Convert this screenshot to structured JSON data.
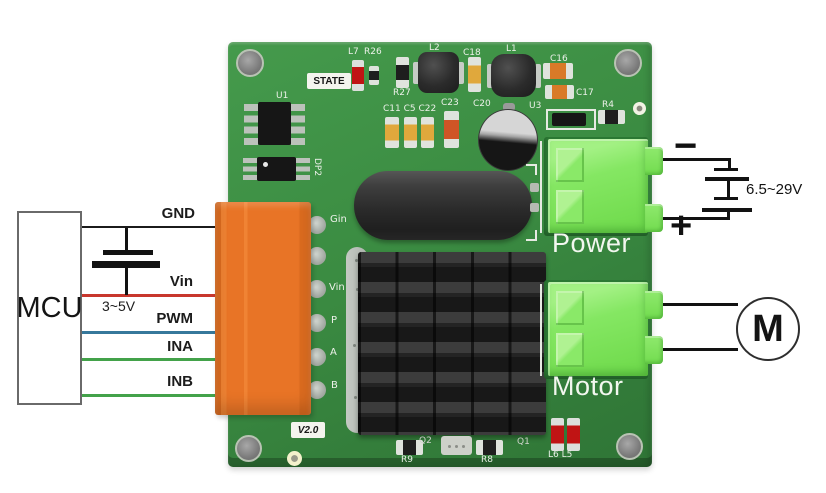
{
  "mcu": {
    "label": "MCU"
  },
  "control_side": {
    "gnd": "GND",
    "vin": "Vin",
    "pwm": "PWM",
    "ina": "INA",
    "inb": "INB",
    "logic_voltage": "3~5V"
  },
  "power_side": {
    "supply_voltage": "6.5~29V",
    "minus_symbol": "−",
    "plus_symbol": "+",
    "motor_symbol": "M"
  },
  "board": {
    "state_led_label": "STATE",
    "version": "V2.0",
    "pin_labels": {
      "gin": "Gin",
      "vin": "Vin",
      "p": "P",
      "a": "A",
      "b": "B"
    },
    "connector_labels": {
      "power": "Power",
      "motor": "Motor"
    },
    "silkscreen": {
      "u1": "U1",
      "dp2": "DP2",
      "l7": "L7",
      "r26": "R26",
      "r27": "R27",
      "l2": "L2",
      "c18": "C18",
      "l1": "L1",
      "c16": "C16",
      "c17": "C17",
      "u3": "U3",
      "r4": "R4",
      "c11_c5_c22": "C11 C5 C22",
      "c23": "C23",
      "c20": "C20",
      "r9": "R9",
      "q2": "Q2",
      "r8": "R8",
      "q1": "Q1",
      "l6_l5": "L6 L5"
    }
  },
  "colors": {
    "pcb_green": "#3b8c42",
    "connector_green": "#7ce05a",
    "terminal_orange": "#e87426",
    "wire_gnd": "#1b1b1b",
    "wire_vin": "#c8372d",
    "wire_pwm": "#36789b",
    "wire_in": "#43a24a"
  }
}
